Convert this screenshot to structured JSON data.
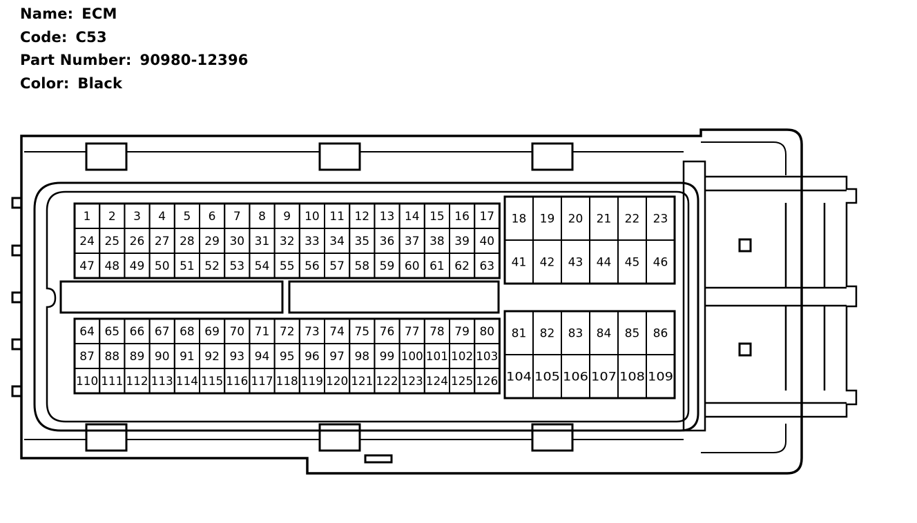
{
  "header": {
    "name_label": "Name:",
    "name_value": "ECM",
    "code_label": "Code:",
    "code_value": "C53",
    "part_label": "Part Number:",
    "part_value": "90980-12396",
    "color_label": "Color:",
    "color_value": "Black"
  },
  "connector": {
    "upper_left_rows": [
      [
        "1",
        "2",
        "3",
        "4",
        "5",
        "6",
        "7",
        "8",
        "9",
        "10",
        "11",
        "12",
        "13",
        "14",
        "15",
        "16",
        "17"
      ],
      [
        "24",
        "25",
        "26",
        "27",
        "28",
        "29",
        "30",
        "31",
        "32",
        "33",
        "34",
        "35",
        "36",
        "37",
        "38",
        "39",
        "40"
      ],
      [
        "47",
        "48",
        "49",
        "50",
        "51",
        "52",
        "53",
        "54",
        "55",
        "56",
        "57",
        "58",
        "59",
        "60",
        "61",
        "62",
        "63"
      ]
    ],
    "lower_left_rows": [
      [
        "64",
        "65",
        "66",
        "67",
        "68",
        "69",
        "70",
        "71",
        "72",
        "73",
        "74",
        "75",
        "76",
        "77",
        "78",
        "79",
        "80"
      ],
      [
        "87",
        "88",
        "89",
        "90",
        "91",
        "92",
        "93",
        "94",
        "95",
        "96",
        "97",
        "98",
        "99",
        "100",
        "101",
        "102",
        "103"
      ],
      [
        "110",
        "111",
        "112",
        "113",
        "114",
        "115",
        "116",
        "117",
        "118",
        "119",
        "120",
        "121",
        "122",
        "123",
        "124",
        "125",
        "126"
      ]
    ],
    "upper_right_rows": [
      [
        "18",
        "19",
        "20",
        "21",
        "22",
        "23"
      ],
      [
        "41",
        "42",
        "43",
        "44",
        "45",
        "46"
      ]
    ],
    "lower_right_rows": [
      [
        "81",
        "82",
        "83",
        "84",
        "85",
        "86"
      ],
      [
        "104",
        "105",
        "106",
        "107",
        "108",
        "109"
      ]
    ]
  }
}
